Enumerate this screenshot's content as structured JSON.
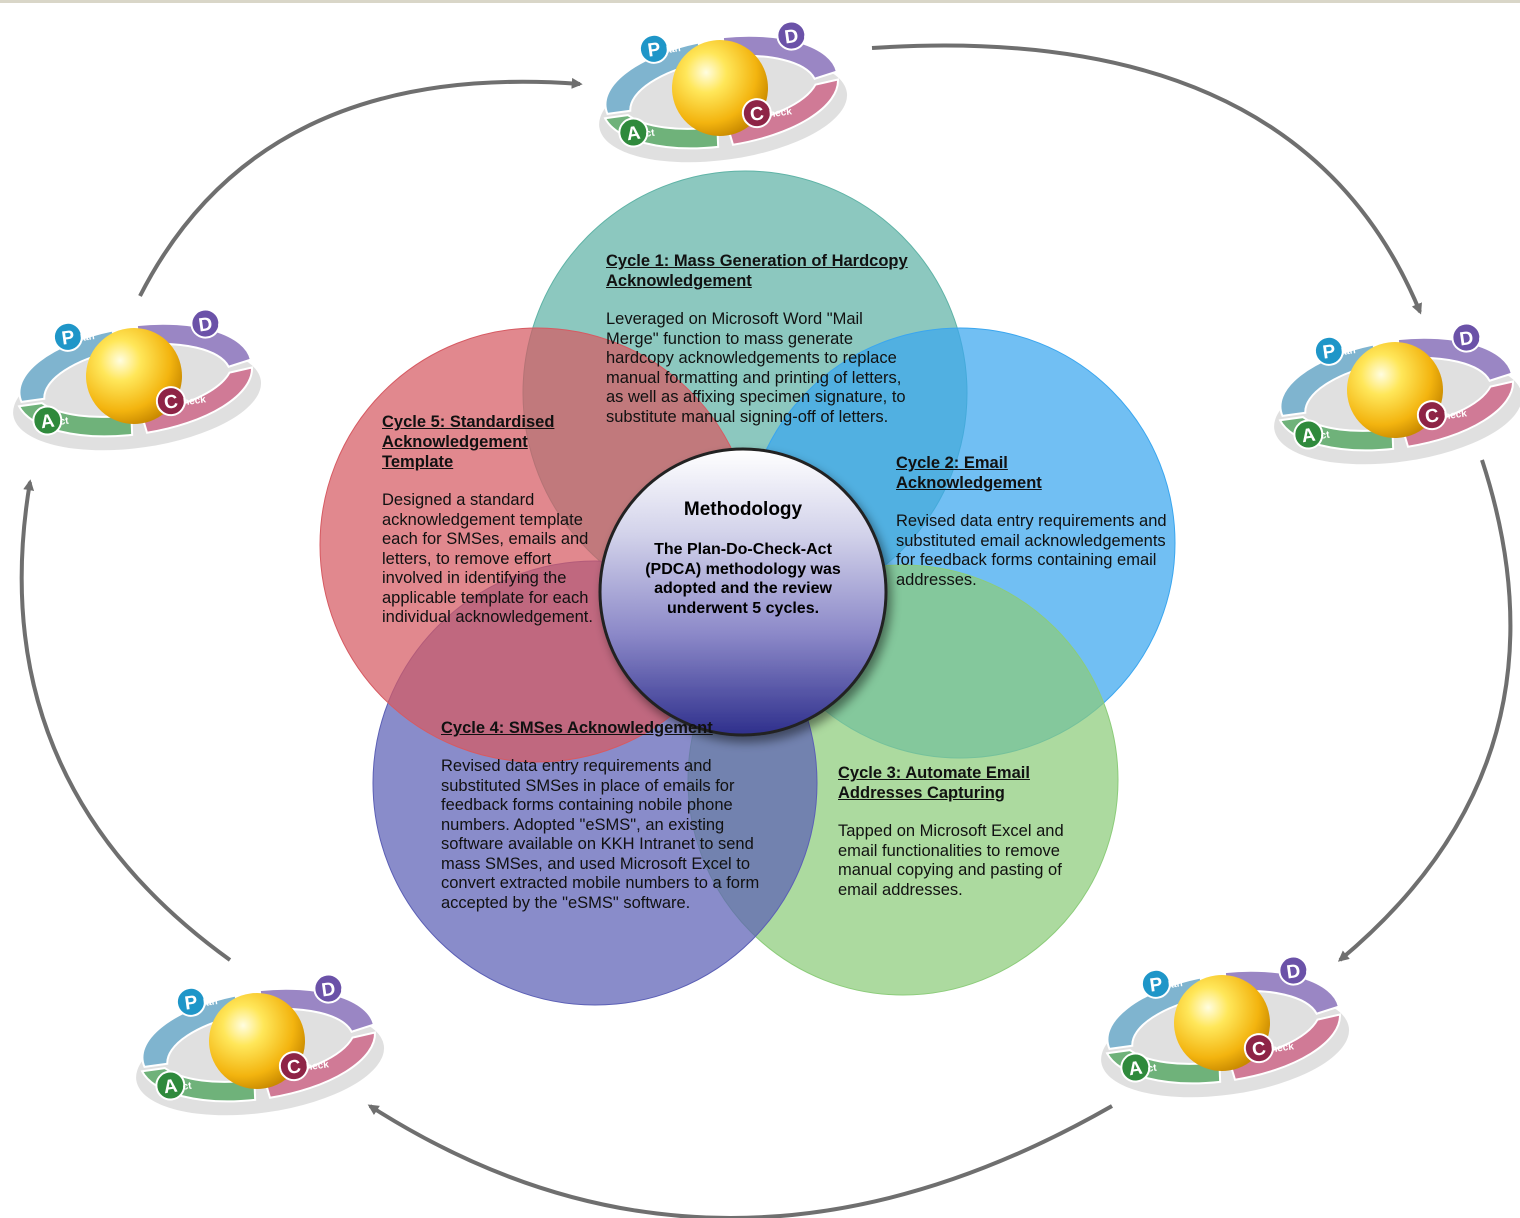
{
  "center": {
    "title": "Methodology",
    "body": "The Plan-Do-Check-Act (PDCA) methodology was adopted and the review underwent 5 cycles."
  },
  "cycles": [
    {
      "title": "Cycle 1: Mass Generation of Hardcopy Acknowledgement",
      "body": "Leveraged on Microsoft Word \"Mail Merge\" function to mass generate hardcopy acknowledgements to replace manual formatting and printing of letters, as well as affixing specimen signature, to substitute manual signing-off of letters.",
      "color": "#5fb3a6"
    },
    {
      "title": "Cycle 2: Email Acknowledgement",
      "body": "Revised data entry requirements and substituted email acknowledgements for feedback forms containing email addresses.",
      "color": "#3aa6ef"
    },
    {
      "title": "Cycle 3: Automate Email Addresses Capturing",
      "body": "Tapped on Microsoft Excel and email functionalities to remove manual copying and pasting of email addresses.",
      "color": "#8ccc7a"
    },
    {
      "title": "Cycle 4: SMSes Acknowledgement",
      "body": "Revised data entry requirements and substituted SMSes in place of emails for feedback forms containing nobile phone numbers. Adopted \"eSMS\", an existing software available on KKH Intranet to send mass SMSes, and used Microsoft Excel to convert extracted mobile numbers to a form accepted by the \"eSMS\" software.",
      "color": "#5b5fb5"
    },
    {
      "title": "Cycle 5: Standardised Acknowledgement Template",
      "body": "Designed a standard acknowledgement template each for SMSes, emails and letters, to remove effort involved in identifying the applicable template for each individual acknowledgement.",
      "color": "#d65a62"
    }
  ],
  "pdca": {
    "plan": {
      "initial": "P",
      "rest": "lan"
    },
    "do": {
      "initial": "D",
      "rest": "o"
    },
    "check": {
      "initial": "C",
      "rest": "heck"
    },
    "act": {
      "initial": "A",
      "rest": "ct"
    },
    "colors": {
      "plan": "#7fb4cf",
      "do": "#9a86c4",
      "check": "#d07a96",
      "act": "#6fb27a",
      "sphere": "#f7c21a"
    }
  }
}
